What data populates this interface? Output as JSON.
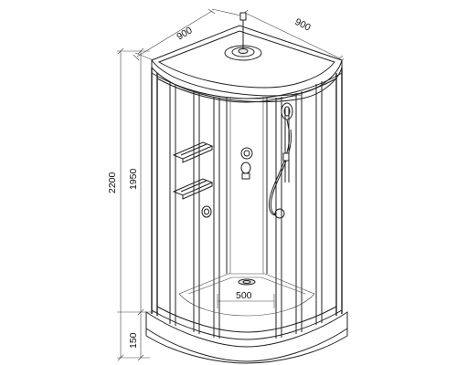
{
  "dimensions": {
    "width_left": "900",
    "width_right": "900",
    "total_height": "2200",
    "cabin_height": "1950",
    "tray_height": "150",
    "door_opening": "500"
  },
  "colors": {
    "line": "#222222",
    "background": "#ffffff"
  }
}
